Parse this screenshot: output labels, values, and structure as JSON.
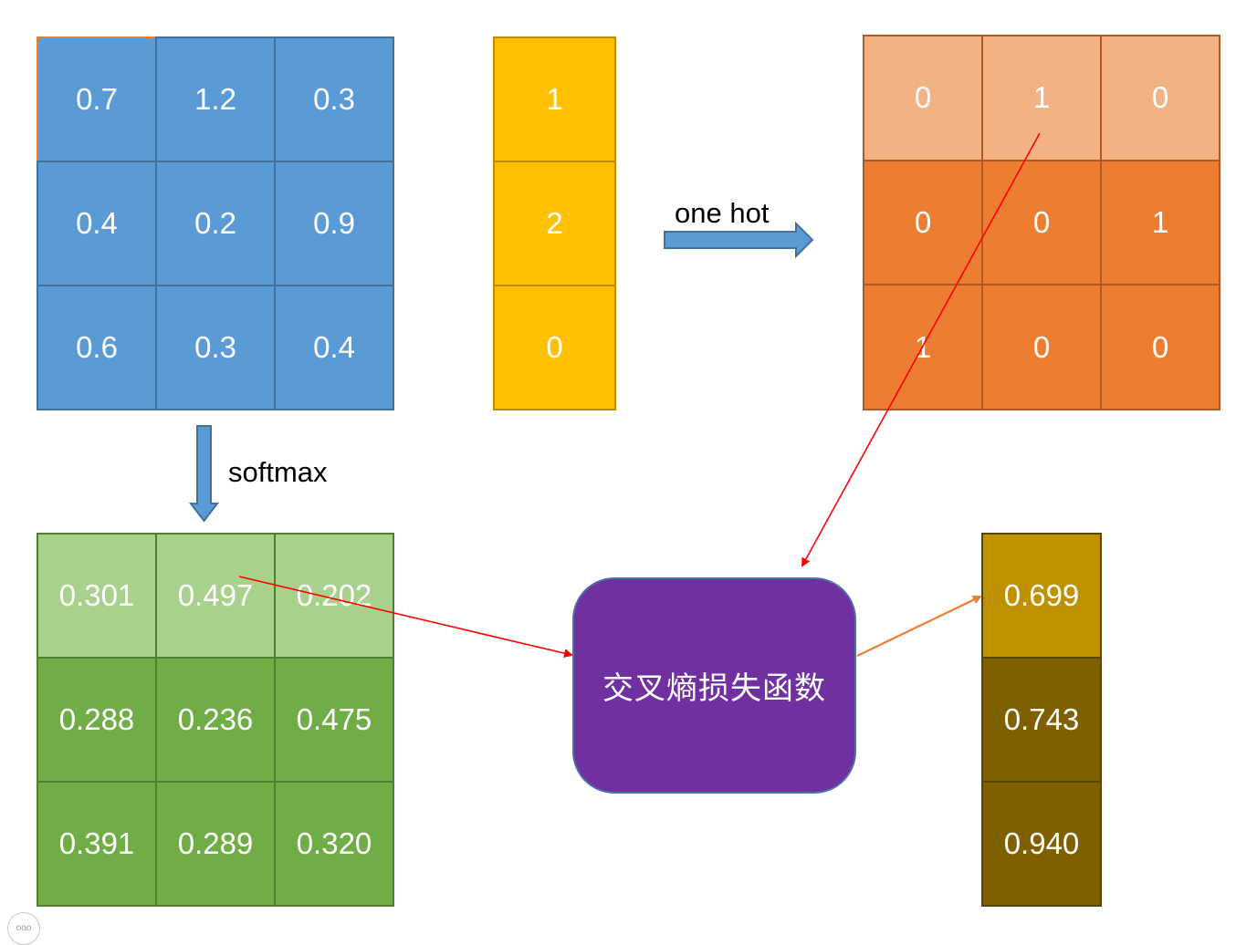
{
  "logits": {
    "rows": [
      [
        "0.7",
        "1.2",
        "0.3"
      ],
      [
        "0.4",
        "0.2",
        "0.9"
      ],
      [
        "0.6",
        "0.3",
        "0.4"
      ]
    ]
  },
  "labels": {
    "values": [
      "1",
      "2",
      "0"
    ]
  },
  "onehot": {
    "label": "one hot",
    "rows": [
      [
        "0",
        "1",
        "0"
      ],
      [
        "0",
        "0",
        "1"
      ],
      [
        "1",
        "0",
        "0"
      ]
    ]
  },
  "softmax": {
    "label": "softmax",
    "rows": [
      [
        "0.301",
        "0.497",
        "0.202"
      ],
      [
        "0.288",
        "0.236",
        "0.475"
      ],
      [
        "0.391",
        "0.289",
        "0.320"
      ]
    ]
  },
  "cross_entropy": {
    "label": "交叉熵损失函数"
  },
  "loss": {
    "values": [
      "0.699",
      "0.743",
      "0.940"
    ]
  },
  "page_indicator": {
    "icon": "ooo"
  },
  "colors": {
    "logits": "#5b9bd5",
    "labels": "#ffc000",
    "onehot_light": "#f4b183",
    "onehot": "#ed7d31",
    "softmax_light": "#a9d18e",
    "softmax": "#70ad47",
    "cross_entropy": "#7030a0",
    "loss_light": "#bf9000",
    "loss": "#7f6000",
    "arrow_red": "#ff0000",
    "arrow_orange": "#ed7d31",
    "block_arrow": "#5b9bd5"
  }
}
